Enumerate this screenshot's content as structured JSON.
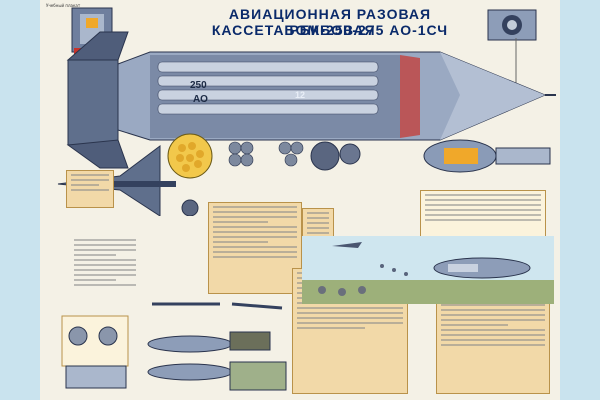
{
  "poster": {
    "title_line1": "АВИАЦИОННАЯ РАЗОВАЯ БОМБОВАЯ",
    "title_line2": "КАССЕТА РБК-250-275 АО-1СЧ",
    "top_left_caption": "Учебный плакат",
    "bomb_marking_1": "250",
    "bomb_marking_2": "АО",
    "bomb_marking_3": "12"
  },
  "colors": {
    "background": "#c9e3ee",
    "paper": "#f4f1e6",
    "body_blue": "#8d9db8",
    "dark_blue": "#34415e",
    "panel_tan": "#f2d9a8",
    "title_blue": "#0a2a6a",
    "accent_orange": "#f0a82a",
    "red": "#c8332b"
  }
}
